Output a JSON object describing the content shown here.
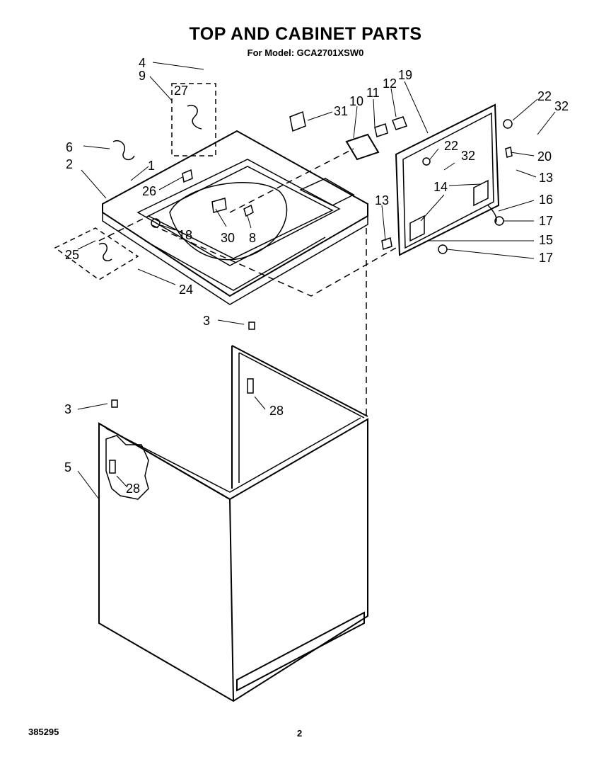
{
  "title": "TOP AND CABINET PARTS",
  "subtitle": "For Model: GCA2701XSW0",
  "footer": {
    "code": "385295",
    "page": "2"
  },
  "callouts": {
    "c4": "4",
    "c9": "9",
    "c27": "27",
    "c6": "6",
    "c1": "1",
    "c2": "2",
    "c26": "26",
    "c25": "25",
    "c18": "18",
    "c30": "30",
    "c8": "8",
    "c24": "24",
    "c31": "31",
    "c10": "10",
    "c11": "11",
    "c12": "12",
    "c19": "19",
    "c22a": "22",
    "c32a": "32",
    "c22b": "22",
    "c32b": "32",
    "c20": "20",
    "c13a": "13",
    "c14": "14",
    "c13b": "13",
    "c16": "16",
    "c17a": "17",
    "c15": "15",
    "c17b": "17",
    "c3a": "3",
    "c28a": "28",
    "c3b": "3",
    "c5": "5",
    "c28b": "28"
  }
}
